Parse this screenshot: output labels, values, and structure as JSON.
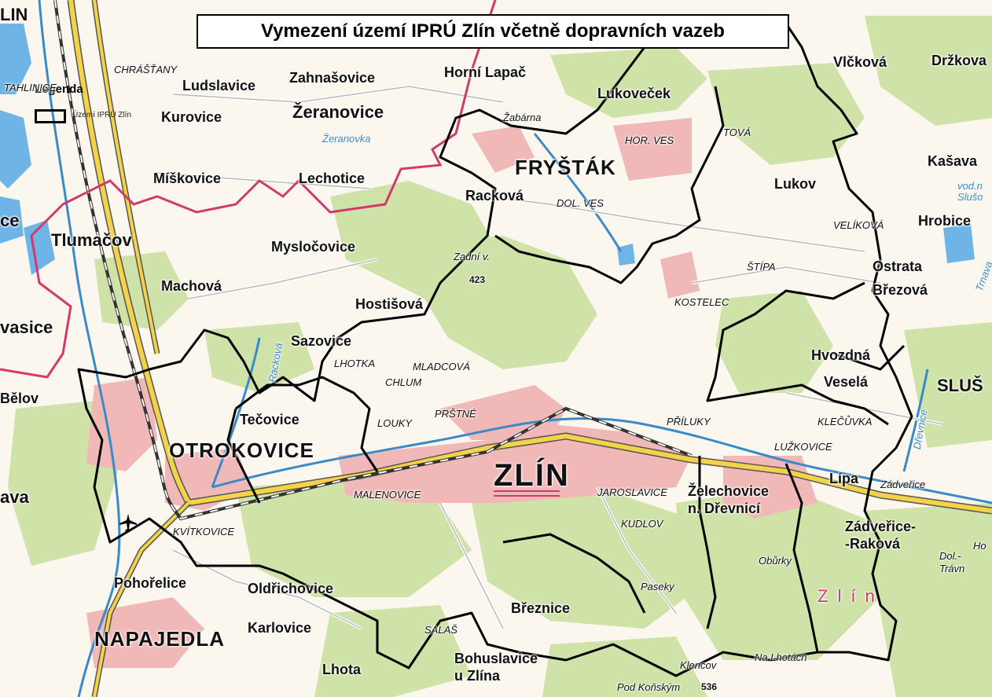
{
  "title": "Vymezení území IPRÚ Zlín včetně dopravních vazeb",
  "legend": {
    "title": "Legenda",
    "items": [
      {
        "label": "Území IPRÚ Zlín",
        "color": "#000000"
      }
    ]
  },
  "colors": {
    "forest": "#cfe2a8",
    "urban": "#f1b8b8",
    "water": "#6fb4e6",
    "highway": "#f4d24a",
    "boundary": "#000000",
    "district_boundary": "#d23a6a",
    "rail": "#333333"
  },
  "places": {
    "zlin": "ZLÍN",
    "otrokovice": "OTROKOVICE",
    "napajedla": "NAPAJEDLA",
    "frystak": "FRYŠTÁK",
    "zlin_district": "Zlín",
    "tlumacov": "Tlumačov",
    "machova": "Machová",
    "miskovice": "Míškovice",
    "lechotice": "Lechotice",
    "zeranovice": "Žeranovice",
    "zahnasovice": "Zahnašovice",
    "ludslavice": "Ludslavice",
    "kurovice": "Kurovice",
    "horni_lapac": "Horní Lapač",
    "lukovecek": "Lukoveček",
    "vlckova": "Vlčková",
    "drzkova": "Držkova",
    "kasava": "Kašava",
    "hrobice": "Hrobice",
    "lukov": "Lukov",
    "rackova": "Racková",
    "myslocovice": "Mysločovice",
    "hostisova": "Hostišová",
    "sazovice": "Sazovice",
    "tecovice": "Tečovice",
    "ostrata": "Ostrata",
    "brezova": "Březová",
    "hvozdna": "Hvozdná",
    "vesela": "Veselá",
    "slus": "SLUŠ",
    "lipa": "Lípa",
    "zadverice_rakova": "Zádveřice-\n-Raková",
    "zadverice": "Zádveřice",
    "zelechovice": "Želechovice\nn. Dřevnicí",
    "breznice": "Březnice",
    "bohuslavice": "Bohuslavice\nu Zlína",
    "lhota": "Lhota",
    "karlovice": "Karlovice",
    "oldrichovice": "Oldřichovice",
    "pohorelice": "Pohořelice",
    "belov": "Bělov",
    "vasice": "vasice",
    "ava": "ava",
    "ce": "ce",
    "lin": "LIN"
  },
  "local": {
    "chrastany": "CHRÁŠŤANY",
    "tahlinice": "TAHLINICE",
    "zabarna": "Žabárna",
    "horni_ves": "HOR. VES",
    "dolni_ves": "DOL. VES",
    "tova": "TOVÁ",
    "velikova": "VELÍKOVÁ",
    "stipa": "ŠTÍPA",
    "kostelec": "KOSTELEC",
    "lhotka": "LHOTKA",
    "mladcova": "MLADCOVÁ",
    "chlum": "CHLUM",
    "prstne": "PRŠTNÉ",
    "louky": "LOUKY",
    "priluky": "PŘÍLUKY",
    "klecuvka": "KLEČŮVKA",
    "luzkovice": "LUŽKOVICE",
    "malenovice": "MALENOVICE",
    "jaroslavice": "JAROSLAVICE",
    "kudlov": "KUDLOV",
    "kvitkovice": "KVÍTKOVICE",
    "salas": "SALAŠ",
    "oburky": "Obůrky",
    "paseky": "Paseky",
    "na_lhotach": "Na Lhotách",
    "klencov": "Klencov",
    "pod_konskym": "Pod Koňským",
    "dol_travna": "Dol.-\nTrávn",
    "ho": "Ho",
    "zadni": "Zadní v.",
    "zadni_alt": "423",
    "alt_536": "536"
  },
  "water": {
    "zeranovka": "Žeranovka",
    "rackova_potok": "Racková",
    "drevnice": "Dřevnice",
    "vod_slus": "vod.n\nSlušo",
    "trnava": "Trnava"
  },
  "airport_icon": "airplane-icon"
}
